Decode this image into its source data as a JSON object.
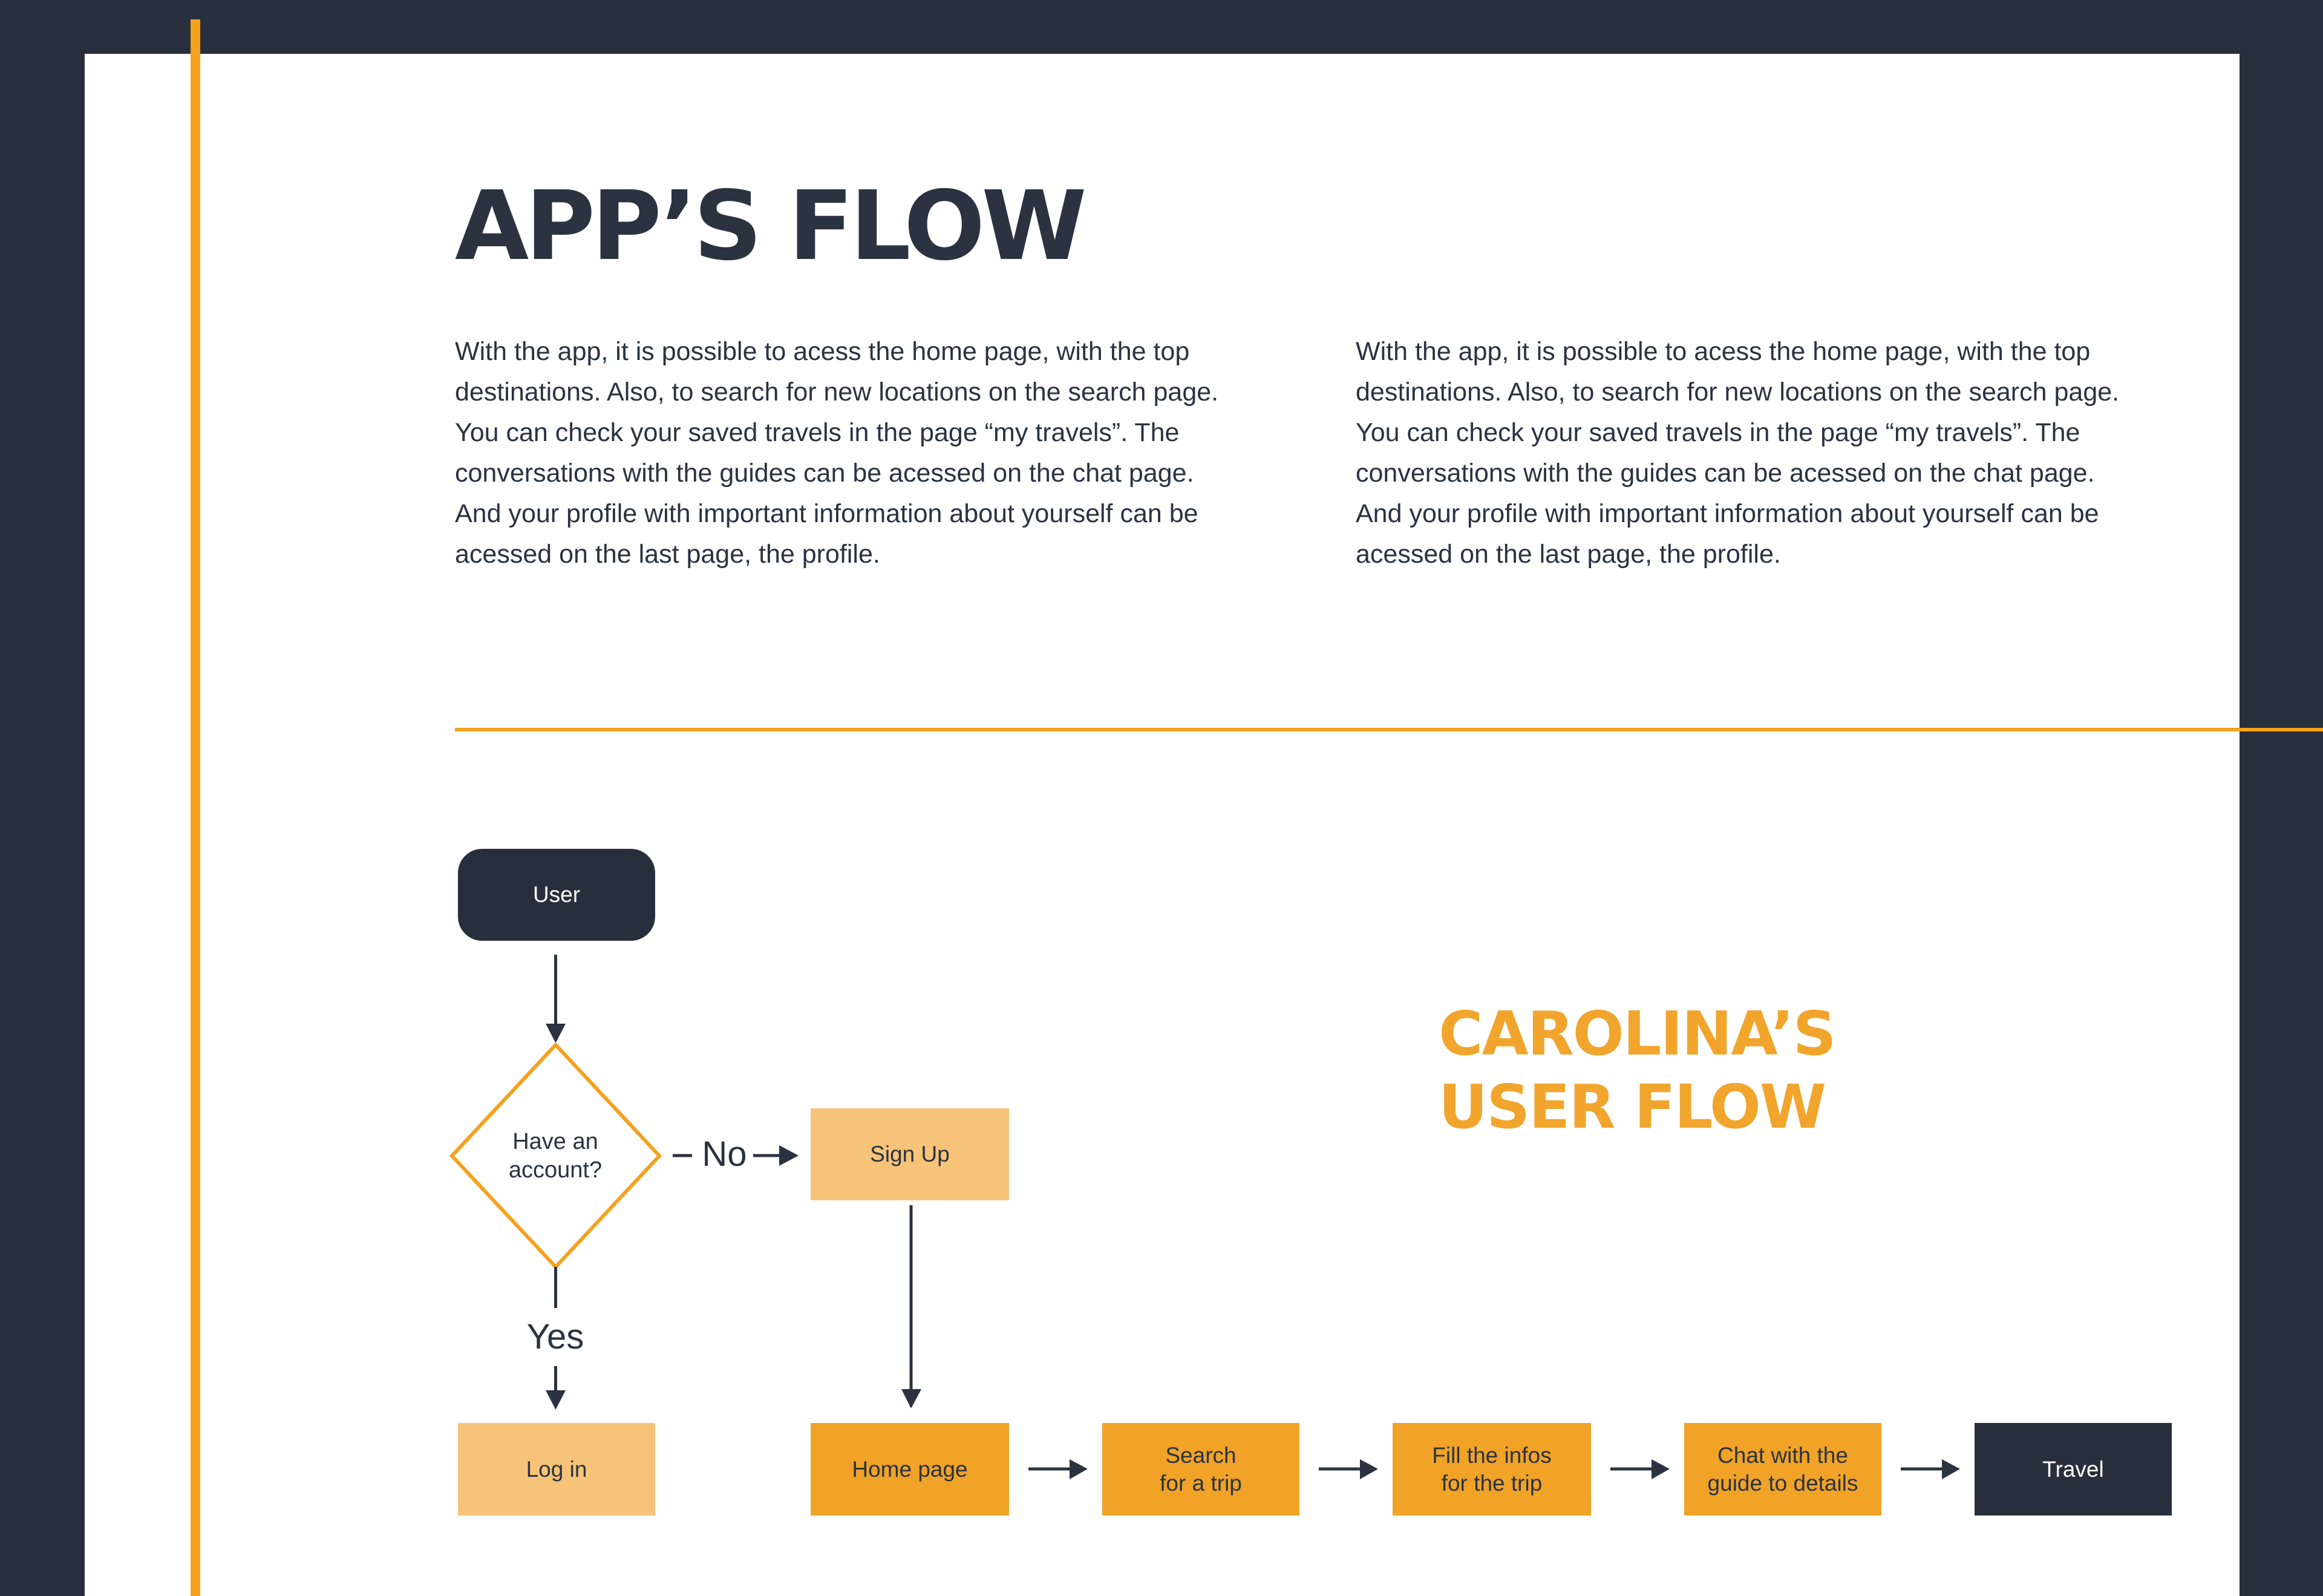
{
  "page": {
    "title": "APP’S FLOW",
    "intro_left": "With the app, it is possible to acess the home page, with the top destinations. Also, to search for new locations on the search page. You can check your saved travels in the page “my travels”. The conversations with the guides can be acessed on the chat page. And your profile with important information about yourself can be acessed on the last page, the profile.",
    "intro_right": "With the app, it is possible to acess the home page, with the top destinations. Also, to search for new locations on the search page. You can check your saved travels in the page “my travels”. The conversations with the guides can be acessed on the chat page. And your profile with important information about yourself can be acessed on the last page, the profile.",
    "flow_heading_line1": "CAROLINA’S",
    "flow_heading_line2": "USER FLOW"
  },
  "flow": {
    "user": "User",
    "decision_line1": "Have an",
    "decision_line2": "account?",
    "branch_no_dash": "–",
    "branch_no": "No",
    "branch_yes": "Yes",
    "sign_up": "Sign Up",
    "log_in": "Log in",
    "home_page": "Home page",
    "search_line1": "Search",
    "search_line2": "for a trip",
    "fill_line1": "Fill the infos",
    "fill_line2": "for the trip",
    "chat_line1": "Chat with the",
    "chat_line2": "guide to details",
    "travel": "Travel"
  },
  "colors": {
    "navy": "#282F3C",
    "accent_orange": "#F5A11D",
    "heading_orange": "#F2A52C",
    "box_orange": "#F0A326",
    "box_light_orange": "#F7C378",
    "white": "#FFFFFF"
  }
}
